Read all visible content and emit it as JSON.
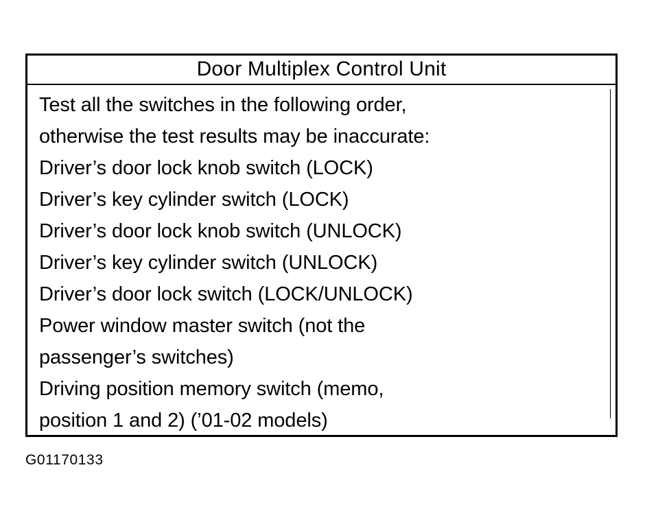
{
  "figure": {
    "caption": "G01170133",
    "box": {
      "title": "Door Multiplex Control Unit",
      "lines": [
        "Test all the switches in the following order,",
        "otherwise the test results may be inaccurate:",
        "Driver’s door lock knob switch (LOCK)",
        "Driver’s key cylinder switch (LOCK)",
        "Driver’s door lock knob switch (UNLOCK)",
        "Driver’s key cylinder switch (UNLOCK)",
        "Driver’s door lock switch (LOCK/UNLOCK)",
        "Power window master switch (not the",
        "passenger’s switches)",
        "Driving position memory switch (memo,",
        "position 1 and 2) (’01-02 models)"
      ]
    }
  },
  "colors": {
    "ink": "#000000",
    "paper": "#ffffff"
  }
}
